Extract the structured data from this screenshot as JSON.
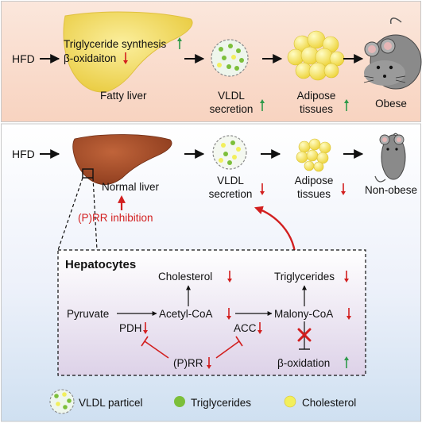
{
  "top_panel": {
    "hfd": "HFD",
    "liver_line1": "Triglyceride synthesis",
    "liver_line2": "β-oxidaiton",
    "liver_label": "Fatty liver",
    "vldl_label_1": "VLDL",
    "vldl_label_2": "secretion",
    "adipose_label_1": "Adipose",
    "adipose_label_2": "tissues",
    "mouse_label": "Obese"
  },
  "bottom_panel": {
    "hfd": "HFD",
    "liver_label": "Normal liver",
    "inhibition_label": "(P)RR inhibition",
    "vldl_label_1": "VLDL",
    "vldl_label_2": "secretion",
    "adipose_label_1": "Adipose",
    "adipose_label_2": "tissues",
    "mouse_label": "Non-obese"
  },
  "hepatocytes": {
    "title": "Hepatocytes",
    "cholesterol": "Cholesterol",
    "triglycerides": "Triglycerides",
    "pyruvate": "Pyruvate",
    "acetyl_coa": "Acetyl-CoA",
    "malony_coa": "Malony-CoA",
    "pdh": "PDH",
    "acc": "ACC",
    "prr": "(P)RR",
    "beta_oxidation": "β-oxidation"
  },
  "legend": {
    "vldl": "VLDL particel",
    "triglycerides": "Triglycerides",
    "cholesterol": "Cholesterol"
  },
  "colors": {
    "up_arrow": "#2e9a4a",
    "down_arrow": "#d21f1f",
    "inhibition_red": "#d21f1f",
    "triglyceride_dot": "#7cbf3a",
    "cholesterol_dot": "#f2ef5c",
    "fatty_liver": "#f1dc63",
    "normal_liver": "#a34a2a",
    "mouse_gray": "#8a8a8a"
  }
}
